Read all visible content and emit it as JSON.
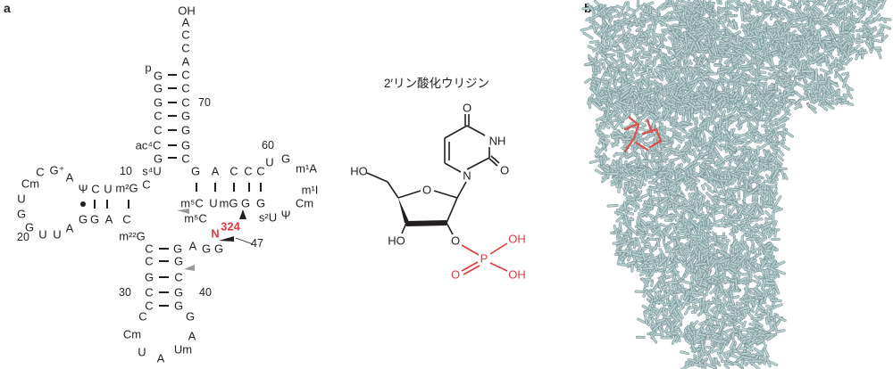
{
  "panels": {
    "a": "a",
    "b": "b"
  },
  "cloverleaf": {
    "nucleotides": [
      "OH",
      "A",
      "C",
      "C",
      "A",
      "C",
      "C",
      "C",
      "G",
      "G",
      "G",
      "C",
      "p",
      "G",
      "G",
      "G",
      "C",
      "C",
      "ac⁴C",
      "G",
      "s⁴U",
      "C",
      "Cm",
      "G⁺",
      "A",
      "U",
      "G",
      "G",
      "U",
      "U",
      "A",
      "Ψ",
      "C",
      "U",
      "m²G",
      "C",
      "G",
      "G",
      "A",
      "C",
      "m²²G",
      "C",
      "G",
      "A",
      "G",
      "G",
      "G",
      "A",
      "C",
      "C",
      "C",
      "U",
      "G",
      "m¹A",
      "m¹I",
      "Cm",
      "Ψ",
      "s²U",
      "m⁵C",
      "U",
      "mG",
      "G",
      "G",
      "m⁵C",
      "C",
      "G",
      "G",
      "C",
      "C",
      "G",
      "C",
      "G",
      "C",
      "G",
      "Cm",
      "A",
      "U",
      "A",
      "Um",
      "A",
      "C"
    ],
    "numbers": [
      "70",
      "10",
      "60",
      "20",
      "47",
      "30",
      "40"
    ],
    "modification_label": "N",
    "modification_position": "324"
  },
  "chemistry": {
    "title": "2′リン酸化ウリジン",
    "atoms": [
      "O",
      "NH",
      "O",
      "N",
      "HO",
      "O",
      "HO",
      "O"
    ],
    "phosphate_atoms": [
      "OH",
      "P",
      "O",
      "OH"
    ],
    "highlight_color": "#e03a3e"
  },
  "structure3d": {
    "base_color": "#b9d0d1",
    "highlight_color": "#d9544f"
  }
}
